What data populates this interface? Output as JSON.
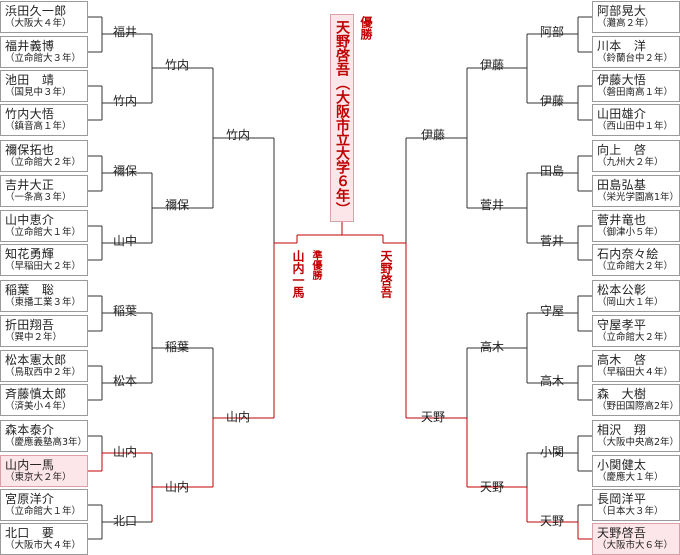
{
  "title": {
    "champion_label": "優勝",
    "champion_name": "天野啓吾（大阪市立大学６年）",
    "runnerup_label": "準優勝",
    "runnerup_name": "山内一馬",
    "winner_name": "天野啓吾"
  },
  "left_players": [
    {
      "name": "浜田久一郎",
      "school": "（大阪大４年）"
    },
    {
      "name": "福井義博",
      "school": "（立命館大３年）"
    },
    {
      "name": "池田　靖",
      "school": "（国見中３年）"
    },
    {
      "name": "竹内大悟",
      "school": "（鎮音高１年）"
    },
    {
      "name": "禰保拓也",
      "school": "（立命館大２年）"
    },
    {
      "name": "吉井大正",
      "school": "（一条高３年）"
    },
    {
      "name": "山中恵介",
      "school": "（立命館大１年）"
    },
    {
      "name": "知花勇輝",
      "school": "（早稲田大２年）"
    },
    {
      "name": "稲葉　聡",
      "school": "（東播工業３年）"
    },
    {
      "name": "折田翔吾",
      "school": "（巽中２年）"
    },
    {
      "name": "松本憲太郎",
      "school": "（鳥取西中２年）"
    },
    {
      "name": "斉藤慎太郎",
      "school": "（済美小４年）"
    },
    {
      "name": "森本泰介",
      "school": "（慶應義塾高3年）"
    },
    {
      "name": "山内一馬",
      "school": "（東京大２年）"
    },
    {
      "name": "宮原洋介",
      "school": "（立命館大１年）"
    },
    {
      "name": "北口　要",
      "school": "（大阪市大４年）"
    }
  ],
  "right_players": [
    {
      "name": "阿部晃大",
      "school": "（灘高２年）"
    },
    {
      "name": "川本　洋",
      "school": "（鈴蘭台中２年）"
    },
    {
      "name": "伊藤大悟",
      "school": "（磐田南高１年）"
    },
    {
      "name": "山田雄介",
      "school": "（西山田中１年）"
    },
    {
      "name": "向上　啓",
      "school": "（九州大２年）"
    },
    {
      "name": "田島弘基",
      "school": "（栄光学園高1年）"
    },
    {
      "name": "菅井竜也",
      "school": "（御津小５年）"
    },
    {
      "name": "石内奈々絵",
      "school": "（立命館大２年）"
    },
    {
      "name": "松本公彰",
      "school": "（岡山大１年）"
    },
    {
      "name": "守屋孝平",
      "school": "（立命館大２年）"
    },
    {
      "name": "高木　啓",
      "school": "（早稲田大４年）"
    },
    {
      "name": "森　大樹",
      "school": "（野田国際高2年）"
    },
    {
      "name": "相沢　翔",
      "school": "（大阪中央高2年）"
    },
    {
      "name": "小関健太",
      "school": "（慶應大１年）"
    },
    {
      "name": "長岡洋平",
      "school": "（日本大３年）"
    },
    {
      "name": "天野啓吾",
      "school": "（大阪市大６年）"
    }
  ],
  "left_rounds": {
    "r1": [
      "福井",
      "竹内",
      "禰保",
      "山中",
      "稲葉",
      "松本",
      "山内",
      "北口"
    ],
    "r2": [
      "竹内",
      "禰保",
      "稲葉",
      "山内"
    ],
    "r3": [
      "竹内",
      "山内"
    ]
  },
  "right_rounds": {
    "r1": [
      "阿部",
      "伊藤",
      "田島",
      "菅井",
      "守屋",
      "高木",
      "小関",
      "天野"
    ],
    "r2": [
      "伊藤",
      "菅井",
      "高木",
      "天野"
    ],
    "r3": [
      "伊藤",
      "天野"
    ]
  },
  "colors": {
    "winner_path": "#c00000",
    "line": "#333333",
    "highlight_bg": "#fde6ea"
  }
}
